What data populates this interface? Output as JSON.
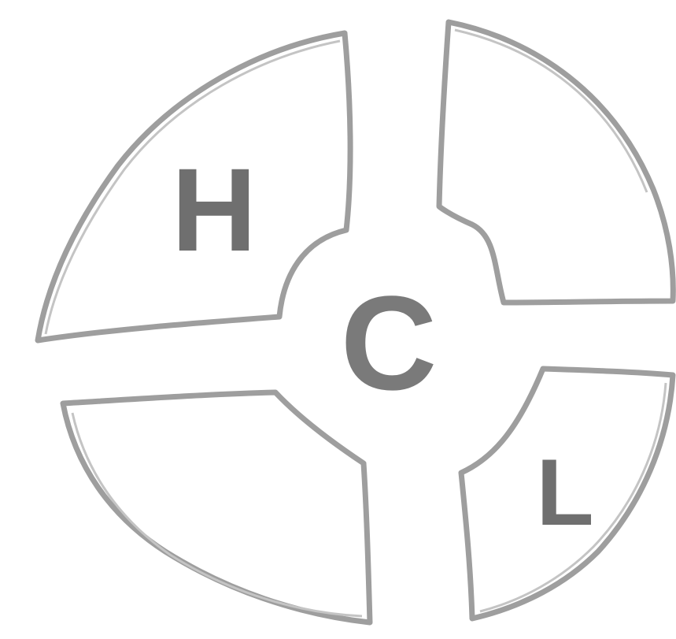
{
  "diagram": {
    "quadrants": [
      {
        "id": "top-left",
        "label": "H"
      },
      {
        "id": "top-right",
        "label": ""
      },
      {
        "id": "bottom-left",
        "label": ""
      },
      {
        "id": "bottom-right",
        "label": "L"
      }
    ],
    "center_label": "C",
    "colors": {
      "stroke": "#9e9e9e",
      "letters": "#6f6f6f",
      "background": "#ffffff"
    }
  }
}
